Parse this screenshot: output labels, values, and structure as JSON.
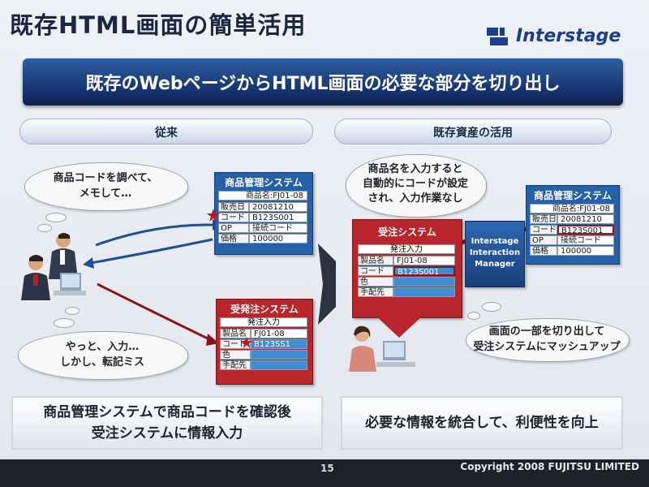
{
  "slide": {
    "title": "既存HTML画面の簡単活用",
    "logo_text": "Interstage",
    "banner": "既存のWebページからHTML画面の必要な部分を切り出し",
    "page_number": "15",
    "copyright": "Copyright 2008 FUJITSU LIMITED"
  },
  "left": {
    "header": "従来",
    "cloud_top": [
      "商品コードを調べて、",
      "メモして…"
    ],
    "cloud_bottom": [
      "やっと、入力…",
      "しかし、転記ミス"
    ],
    "product_system": {
      "title": "商品管理システム",
      "name_row": "商品名:FJ01-08",
      "rows": [
        {
          "label": "販売日",
          "value": "20081210"
        },
        {
          "label": "コード",
          "value": "B123S001"
        },
        {
          "label": "OP",
          "value": "接続コード"
        },
        {
          "label": "価格",
          "value": "100000"
        }
      ]
    },
    "order_system": {
      "title": "受発注システム",
      "header_row": "発注入力",
      "rows": [
        {
          "label": "製品名",
          "value": "FJ01-08"
        },
        {
          "label": "コード",
          "value": "B123SS1"
        },
        {
          "label": "色",
          "value": ""
        },
        {
          "label": "手配先",
          "value": ""
        }
      ]
    },
    "summary": [
      "商品管理システムで商品コードを確認後",
      "受注システムに情報入力"
    ]
  },
  "right": {
    "header": "既存資産の活用",
    "cloud_top": [
      "商品名を入力すると",
      "自動的にコードが設定",
      "され、入力作業なし"
    ],
    "cloud_bottom": [
      "画面の一部を切り出して",
      "受注システムにマッシュアップ"
    ],
    "order_system": {
      "title": "受注システム",
      "header_row": "発注入力",
      "rows": [
        {
          "label": "製品名",
          "value": "FJ01-08"
        },
        {
          "label": "コード",
          "value": "B123S001"
        },
        {
          "label": "色",
          "value": ""
        },
        {
          "label": "手配先",
          "value": ""
        }
      ]
    },
    "product_system": {
      "title": "商品管理システム",
      "name_row": "商品名:FJ01-08",
      "rows": [
        {
          "label": "販売日",
          "value": "20081210"
        },
        {
          "label": "コード",
          "value": "B123S001"
        },
        {
          "label": "OP",
          "value": "接続コード"
        },
        {
          "label": "価格",
          "value": "100000"
        }
      ]
    },
    "manager": [
      "Interstage",
      "Interaction",
      "Manager"
    ],
    "summary": "必要な情報を統合して、利便性を向上"
  },
  "colors": {
    "banner": "#16336c",
    "window_blue": "#2461a8",
    "window_red": "#b8252a",
    "arrow_blue": "#1f4f96",
    "arrow_red": "#8a1518"
  }
}
